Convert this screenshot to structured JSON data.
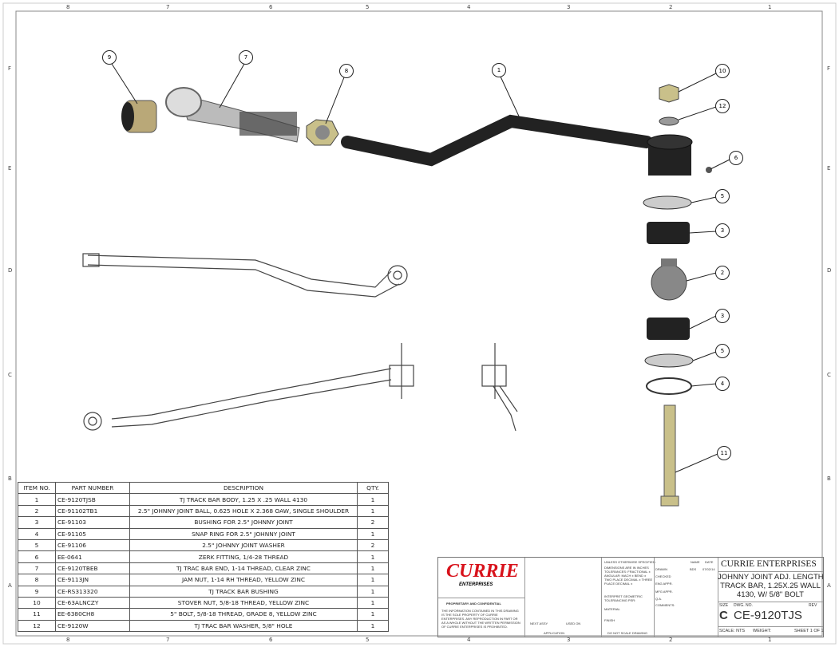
{
  "zones": {
    "columns": [
      "8",
      "7",
      "6",
      "5",
      "4",
      "3",
      "2",
      "1"
    ],
    "rows": [
      "F",
      "E",
      "D",
      "C",
      "B",
      "A"
    ]
  },
  "balloons": [
    "9",
    "7",
    "8",
    "1",
    "10",
    "12",
    "6",
    "5",
    "3",
    "2",
    "3",
    "5",
    "4",
    "11"
  ],
  "bom": {
    "headers": [
      "ITEM NO.",
      "PART NUMBER",
      "DESCRIPTION",
      "QTY."
    ],
    "rows": [
      [
        "1",
        "CE-9120TJSB",
        "TJ TRACK BAR BODY, 1.25 X .25 WALL 4130",
        "1"
      ],
      [
        "2",
        "CE-91102TB1",
        "2.5\" JOHNNY JOINT BALL, 0.625 HOLE X 2.368 OAW, SINGLE SHOULDER",
        "1"
      ],
      [
        "3",
        "CE-91103",
        "BUSHING FOR 2.5\" JOHNNY JOINT",
        "2"
      ],
      [
        "4",
        "CE-91105",
        "SNAP RING FOR 2.5\" JOHNNY JOINT",
        "1"
      ],
      [
        "5",
        "CE-91106",
        "2.5\" JOHNNY JOINT WASHER",
        "2"
      ],
      [
        "6",
        "EE-0641",
        "ZERK FITTING, 1/4-28 THREAD",
        "1"
      ],
      [
        "7",
        "CE-9120TBEB",
        "TJ TRAC BAR END, 1-14 THREAD, CLEAR ZINC",
        "1"
      ],
      [
        "8",
        "CE-9113JN",
        "JAM NUT, 1-14 RH THREAD, YELLOW ZINC",
        "1"
      ],
      [
        "9",
        "CE-RS313320",
        "TJ TRACK BAR BUSHING",
        "1"
      ],
      [
        "10",
        "CE-63ALNCZY",
        "STOVER NUT, 5/8-18 THREAD, YELLOW ZINC",
        "1"
      ],
      [
        "11",
        "EE-6380CH8",
        "5\" BOLT, 5/8-18 THREAD, GRADE 8, YELLOW ZINC",
        "1"
      ],
      [
        "12",
        "CE-9120W",
        "TJ TRAC BAR WASHER, 5/8\" HOLE",
        "1"
      ]
    ]
  },
  "title_block": {
    "logo_text": "CURRIE",
    "logo_sub": "ENTERPRISES",
    "logo_color": "#d8121b",
    "proprietary_title": "PROPRIETARY AND CONFIDENTIAL",
    "proprietary_text": "THE INFORMATION CONTAINED IN THIS DRAWING IS THE SOLE PROPERTY OF CURRIE ENTERPRISES. ANY REPRODUCTION IN PART OR AS A WHOLE WITHOUT THE WRITTEN PERMISSION OF CURRIE ENTERPRISES IS PROHIBITED.",
    "next_assy": "NEXT ASSY",
    "used_on": "USED ON",
    "application": "APPLICATION",
    "unless": "UNLESS OTHERWISE SPECIFIED:",
    "tolerances": "DIMENSIONS ARE IN INCHES TOLERANCES: FRACTIONAL ± ANGULAR: MACH ± BEND ± TWO PLACE DECIMAL ± THREE PLACE DECIMAL ±",
    "interpret": "INTERPRET GEOMETRIC TOLERANCING PER:",
    "material": "MATERIAL",
    "finish": "FINISH",
    "do_not_scale": "DO NOT SCALE DRAWING",
    "name_hdr": "NAME",
    "date_hdr": "DATE",
    "drawn": "DRAWN",
    "drawn_name": "BDS",
    "drawn_date": "07/02/14",
    "checked": "CHECKED",
    "eng_appr": "ENG APPR.",
    "mfg_appr": "MFG APPR.",
    "qa": "Q.A.",
    "comments": "COMMENTS:",
    "company": "CURRIE ENTERPRISES",
    "title_lines": [
      "JOHNNY JOINT ADJ. LENGTH",
      "TRACK BAR, 1.25X.25 WALL",
      "4130, W/ 5/8\" BOLT"
    ],
    "size_label": "SIZE",
    "size": "C",
    "dwg_no_label": "DWG.  NO.",
    "dwg_no": "CE-9120TJS",
    "rev_label": "REV",
    "scale": "SCALE: NTS",
    "weight": "WEIGHT:",
    "sheet": "SHEET 1 OF 1"
  }
}
